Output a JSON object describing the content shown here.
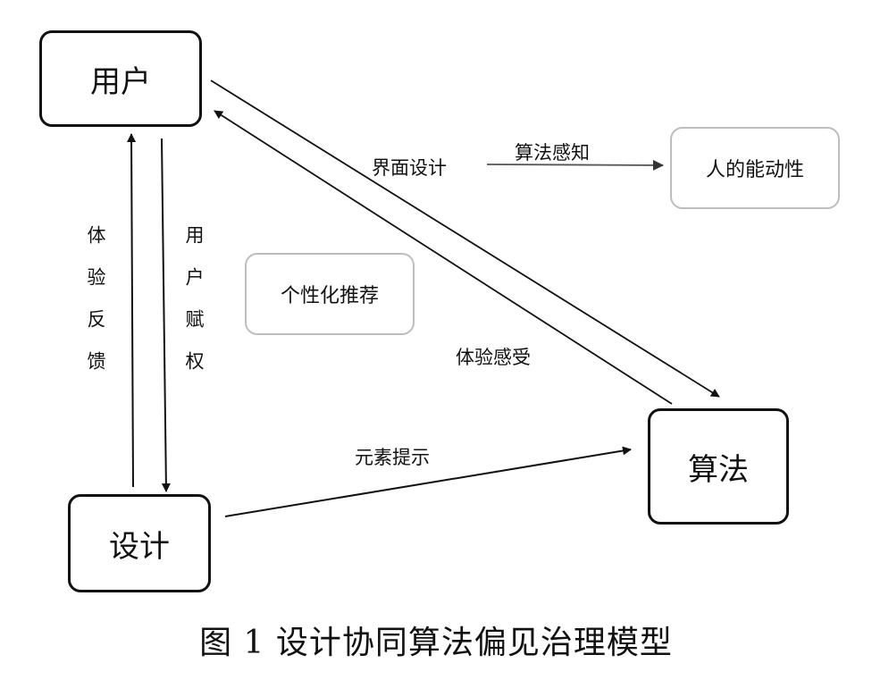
{
  "nodes": {
    "user": "用户",
    "design": "设计",
    "algorithm": "算法",
    "agency": "人的能动性",
    "recommend": "个性化推荐"
  },
  "edges": {
    "interface_design": "界面设计",
    "algorithm_perception": "算法感知",
    "experience_feeling": "体验感受",
    "element_hint": "元素提示",
    "experience_feedback": "体验反馈",
    "user_empowerment": "用户赋权"
  },
  "caption": "图 1  设计协同算法偏见治理模型"
}
